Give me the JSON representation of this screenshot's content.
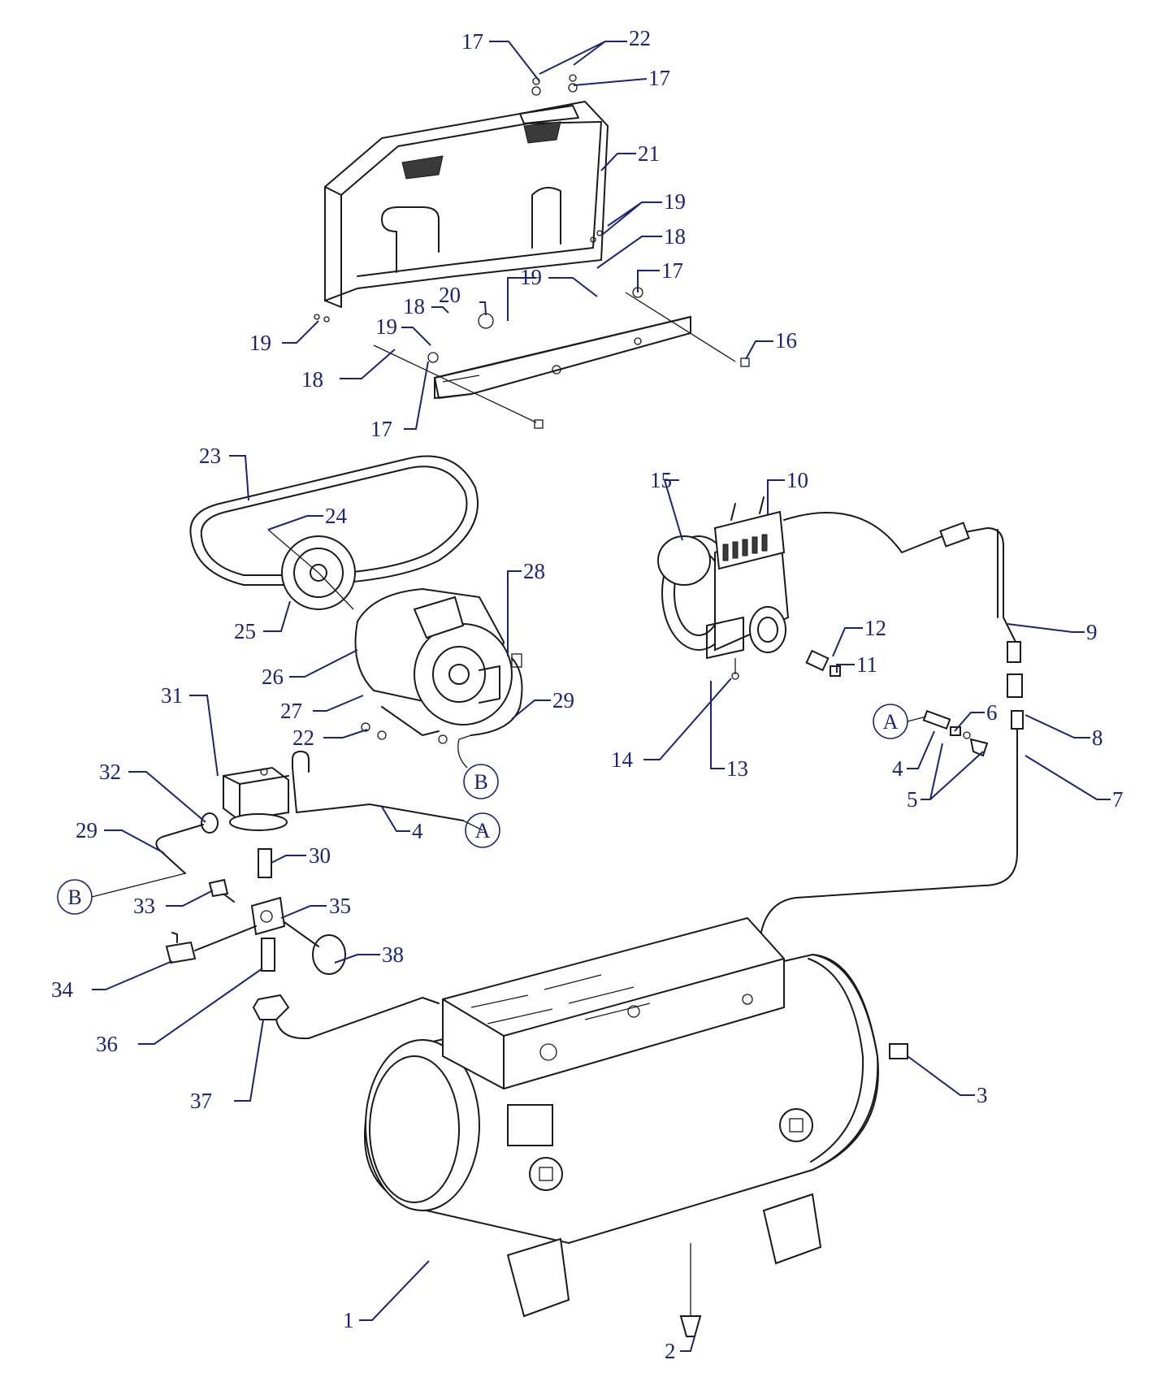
{
  "labels": {
    "l1": "1",
    "l2": "2",
    "l3": "3",
    "l4a": "4",
    "l4b": "4",
    "l5": "5",
    "l6": "6",
    "l7": "7",
    "l8": "8",
    "l9": "9",
    "l10": "10",
    "l11": "11",
    "l12": "12",
    "l13": "13",
    "l14": "14",
    "l15": "15",
    "l16": "16",
    "l17a": "17",
    "l17b": "17",
    "l17c": "17",
    "l17d": "17",
    "l18a": "18",
    "l18b": "18",
    "l18c": "18",
    "l19a": "19",
    "l19b": "19",
    "l19c": "19",
    "l19d": "19",
    "l20": "20",
    "l21": "21",
    "l22a": "22",
    "l22b": "22",
    "l23": "23",
    "l24": "24",
    "l25": "25",
    "l26": "26",
    "l27": "27",
    "l28": "28",
    "l29a": "29",
    "l29b": "29",
    "l30": "30",
    "l31": "31",
    "l32": "32",
    "l33": "33",
    "l34": "34",
    "l35": "35",
    "l36": "36",
    "l37": "37",
    "l38": "38"
  },
  "connectors": {
    "a_left": "A",
    "a_right": "A",
    "b_left": "B",
    "b_right": "B"
  },
  "colors": {
    "callout": "#1a237e",
    "linework": "#1a1a1a"
  }
}
